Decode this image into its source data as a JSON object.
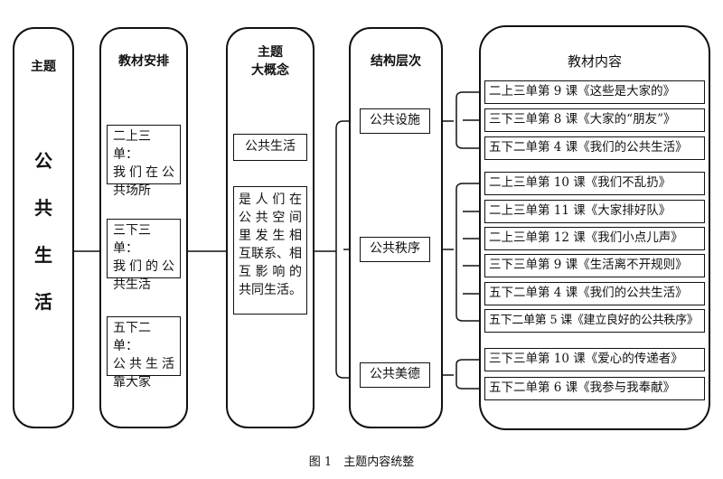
{
  "theme": {
    "header": "主题",
    "chars": [
      "公",
      "共",
      "生",
      "活"
    ]
  },
  "textbook_arrangement": {
    "header": "教材安排",
    "items": [
      {
        "lines": [
          "二上三单：",
          "我们在公",
          "共场所"
        ]
      },
      {
        "lines": [
          "三下三单：",
          "我们的公",
          "共生活"
        ]
      },
      {
        "lines": [
          "五下二单：",
          "公共生活",
          "靠大家"
        ]
      }
    ]
  },
  "big_concept": {
    "header_lines": [
      "主题",
      "大概念"
    ],
    "name": "公共生活",
    "definition_lines": [
      "是人们在",
      "公共空间",
      "里发生相",
      "互联系、相",
      "互影响的",
      "共同生活。"
    ]
  },
  "structure_levels": {
    "header": "结构层次",
    "items": [
      "公共设施",
      "公共秩序",
      "公共美德"
    ]
  },
  "textbook_content": {
    "header": "教材内容",
    "lessons": [
      "二上三单第 9 课《这些是大家的》",
      "三下三单第 8 课《大家的“朋友”》",
      "五下二单第 4 课《我们的公共生活》",
      "二上三单第 10 课《我们不乱扔》",
      "二上三单第 11 课《大家排好队》",
      "二上三单第 12 课《我们小点儿声》",
      "三下三单第 9 课《生活离不开规则》",
      "五下二单第 4 课《我们的公共生活》",
      "五下二单第 5 课《建立良好的公共秩序》",
      "三下三单第 10 课《爱心的传递者》",
      "五下二单第 6 课《我参与我奉献》"
    ]
  },
  "caption": "图 1　主题内容统整"
}
